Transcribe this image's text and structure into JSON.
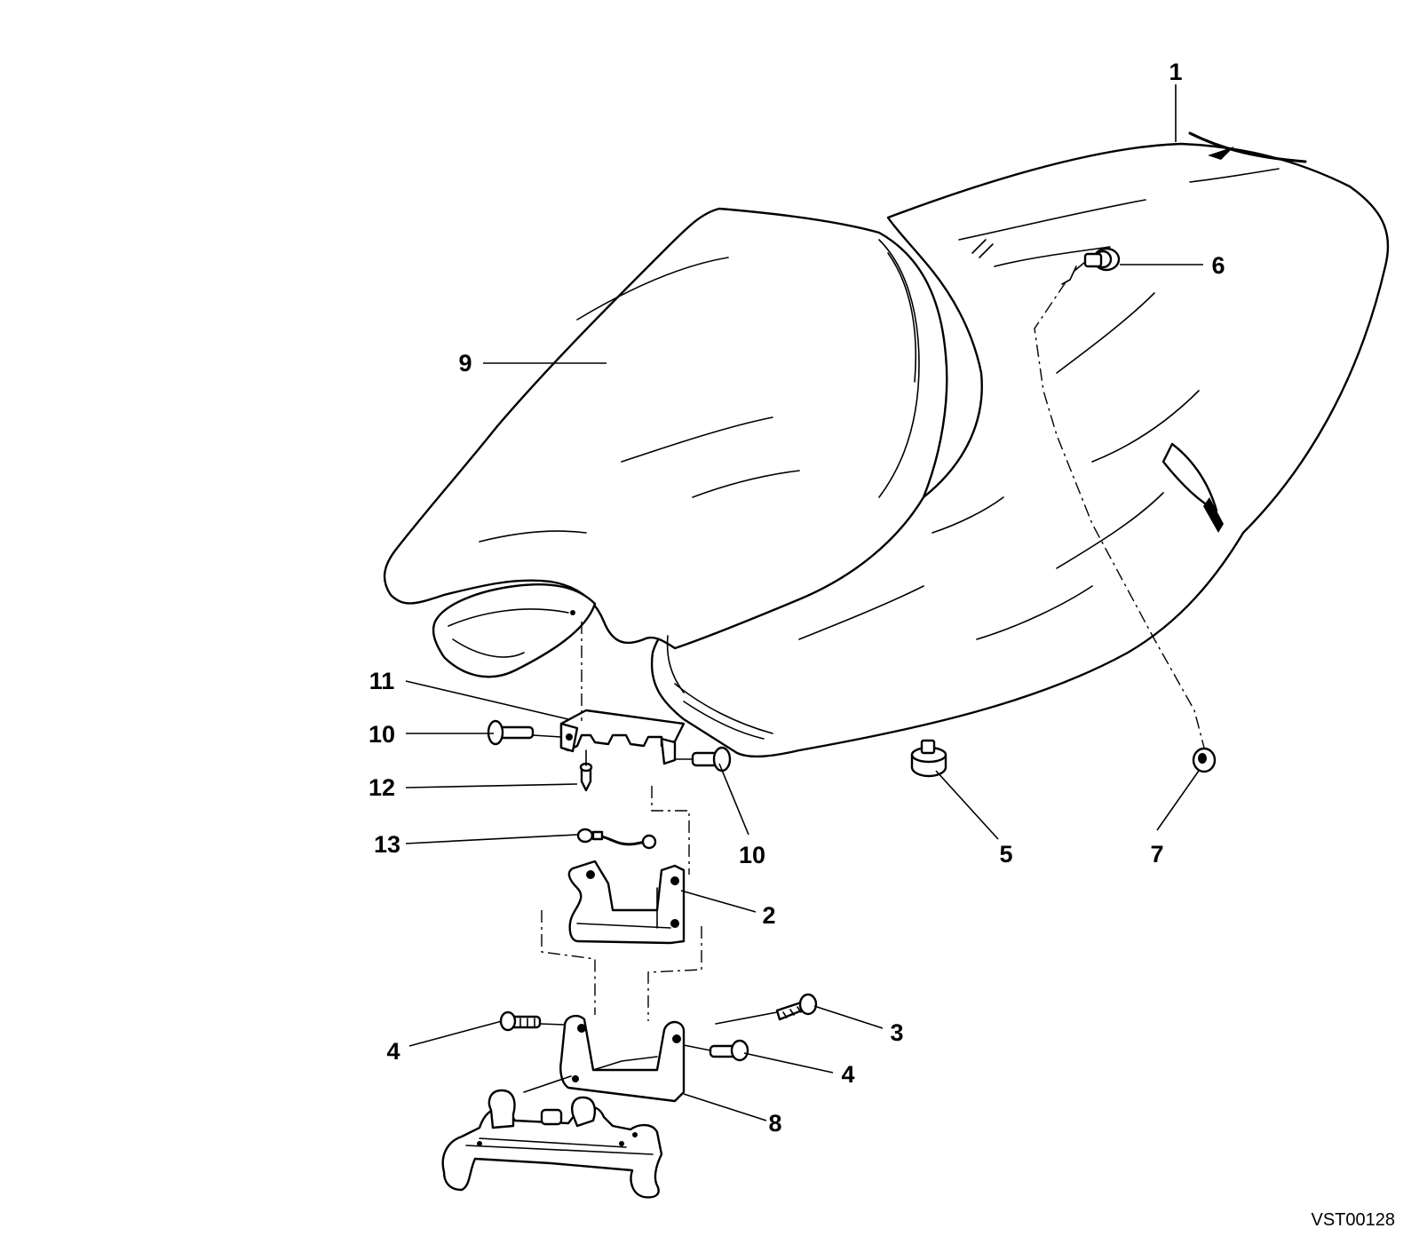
{
  "diagram": {
    "reference_code": "VST00128",
    "callouts": [
      {
        "id": "c1",
        "label": "1"
      },
      {
        "id": "c2",
        "label": "2"
      },
      {
        "id": "c3",
        "label": "3"
      },
      {
        "id": "c4a",
        "label": "4"
      },
      {
        "id": "c4b",
        "label": "4"
      },
      {
        "id": "c5",
        "label": "5"
      },
      {
        "id": "c6",
        "label": "6"
      },
      {
        "id": "c7",
        "label": "7"
      },
      {
        "id": "c8",
        "label": "8"
      },
      {
        "id": "c9",
        "label": "9"
      },
      {
        "id": "c10a",
        "label": "10"
      },
      {
        "id": "c10b",
        "label": "10"
      },
      {
        "id": "c11",
        "label": "11"
      },
      {
        "id": "c12",
        "label": "12"
      },
      {
        "id": "c13",
        "label": "13"
      }
    ]
  }
}
